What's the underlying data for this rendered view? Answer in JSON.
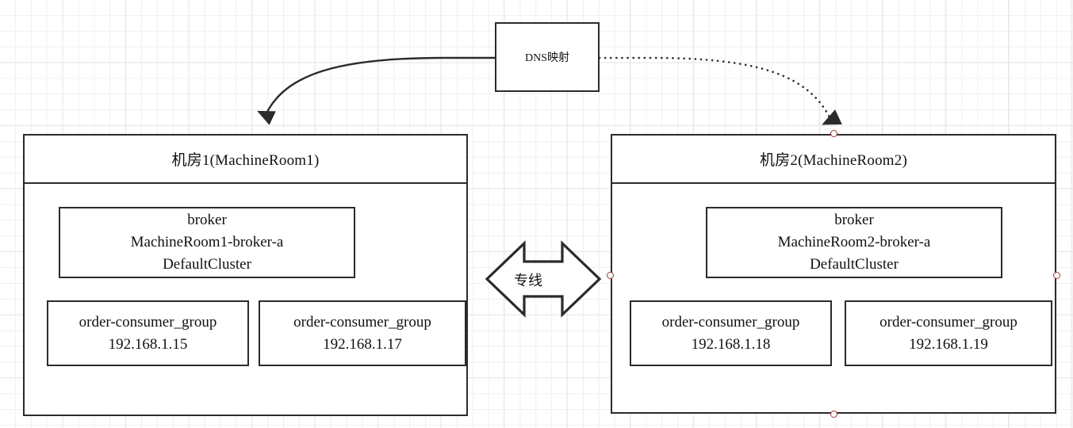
{
  "diagram": {
    "title": "RocketMQ multi-machine-room deployment",
    "type": "architecture-diagram",
    "background": {
      "grid": true,
      "grid_minor_color": "#eeeeee",
      "grid_major_color": "#e2e2e2",
      "canvas_color": "#ffffff"
    },
    "stroke_color": "#2b2b2b",
    "handle_color": "#a03a3a"
  },
  "dns": {
    "label": "DNS映射"
  },
  "link": {
    "label": "专线",
    "shape": "double-arrow"
  },
  "rooms": [
    {
      "id": "machine-room-1",
      "title": "机房1(MachineRoom1)",
      "broker": {
        "line1": "broker",
        "line2": "MachineRoom1-broker-a",
        "line3": "DefaultCluster"
      },
      "consumers": [
        {
          "group": "order-consumer_group",
          "ip": "192.168.1.15"
        },
        {
          "group": "order-consumer_group",
          "ip": "192.168.1.17"
        }
      ]
    },
    {
      "id": "machine-room-2",
      "title": "机房2(MachineRoom2)",
      "broker": {
        "line1": "broker",
        "line2": "MachineRoom2-broker-a",
        "line3": "DefaultCluster"
      },
      "consumers": [
        {
          "group": "order-consumer_group",
          "ip": "192.168.1.18"
        },
        {
          "group": "order-consumer_group",
          "ip": "192.168.1.19"
        }
      ]
    }
  ],
  "edges": [
    {
      "id": "dns-to-room1",
      "style": "solid",
      "from": "dns",
      "to": "machine-room-1",
      "arrow": "end"
    },
    {
      "id": "dns-to-room2",
      "style": "dotted",
      "from": "dns",
      "to": "machine-room-2",
      "arrow": "end"
    }
  ]
}
